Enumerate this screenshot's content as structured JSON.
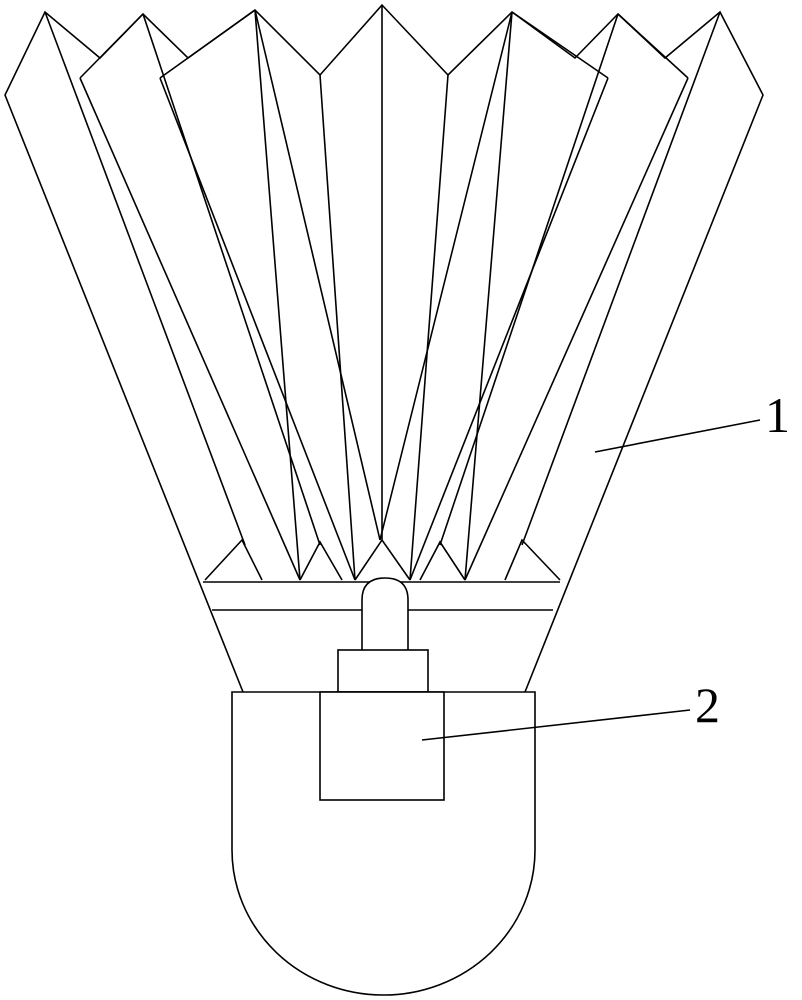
{
  "figure": {
    "callouts": [
      {
        "id": "feather-skirt",
        "label": "1"
      },
      {
        "id": "cork-base",
        "label": "2"
      }
    ],
    "line_color": "#000000",
    "background": "#ffffff"
  }
}
